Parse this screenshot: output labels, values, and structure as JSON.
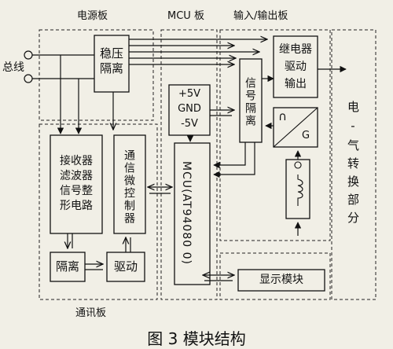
{
  "sections": {
    "power_board": "电源板",
    "mcu_board": "MCU 板",
    "io_board": "输入/输出板",
    "comm_board": "通讯板"
  },
  "bus_label": "总线",
  "blocks": {
    "regulator": "稳压\n隔离",
    "receiver": "接收器\n滤波器\n信号整\n形电路",
    "comm_mcu": "通信微控制器",
    "isolation_left": "隔离",
    "driver": "驱动",
    "power_out": "+5V\nGND\n-5V",
    "mcu": "MCU(AT94080 0)",
    "signal_isolation": "信号隔离",
    "relay_driver": "继电器\n驱动\n输出",
    "converter_g": "G",
    "converter_n": "∩",
    "display": "显示模块",
    "electro_pneumatic": "电-气转换部分"
  },
  "caption": "图 3    模块结构"
}
